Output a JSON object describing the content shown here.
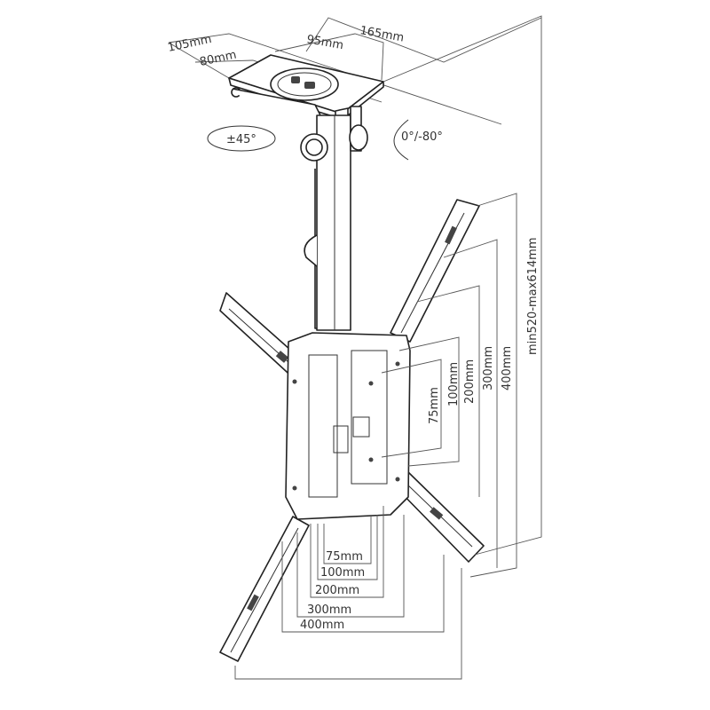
{
  "ceiling_plate": {
    "depth_outer": "105mm",
    "depth_inner": "80mm",
    "width_inner": "95mm",
    "width_outer": "165mm"
  },
  "rotation": {
    "swivel": "±45°",
    "tilt": "0°/-80°"
  },
  "height_range": "min520-max614mm",
  "vesa_vertical": [
    "75mm",
    "100mm",
    "200mm",
    "300mm",
    "400mm"
  ],
  "vesa_horizontal": [
    "75mm",
    "100mm",
    "200mm",
    "300mm",
    "400mm"
  ]
}
